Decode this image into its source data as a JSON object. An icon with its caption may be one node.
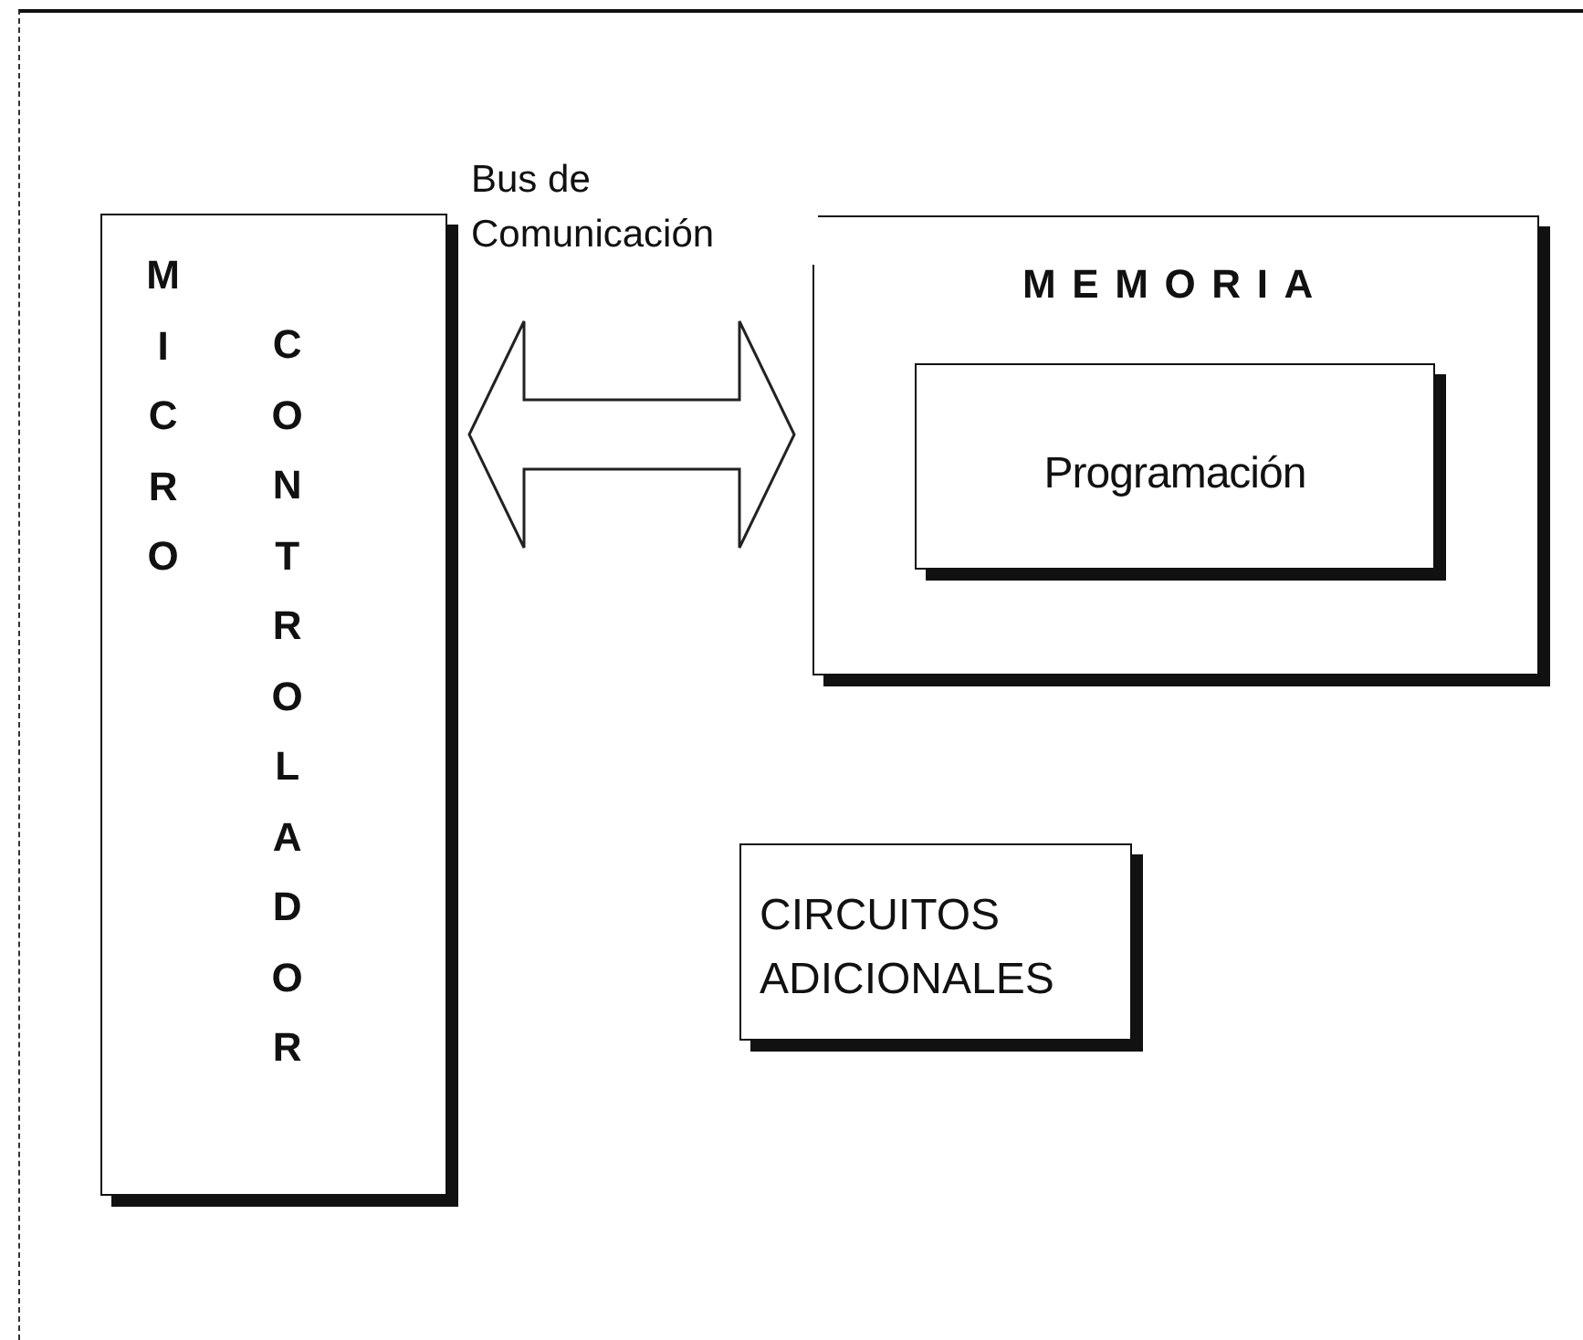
{
  "diagram": {
    "nodes": [
      {
        "text": [
          "MICRO",
          "CONTROLADOR"
        ]
      },
      {
        "text": [
          "MEMORIA"
        ]
      },
      {
        "text": [
          "Programación"
        ],
        "in": 1
      },
      {
        "text": [
          "CIRCUITOS ADICIONALES"
        ]
      }
    ],
    "edges": [
      {
        "from": 0,
        "to": 1,
        "arrow": "both",
        "label": "Bus de Comunicación",
        "style": "thick"
      }
    ]
  }
}
